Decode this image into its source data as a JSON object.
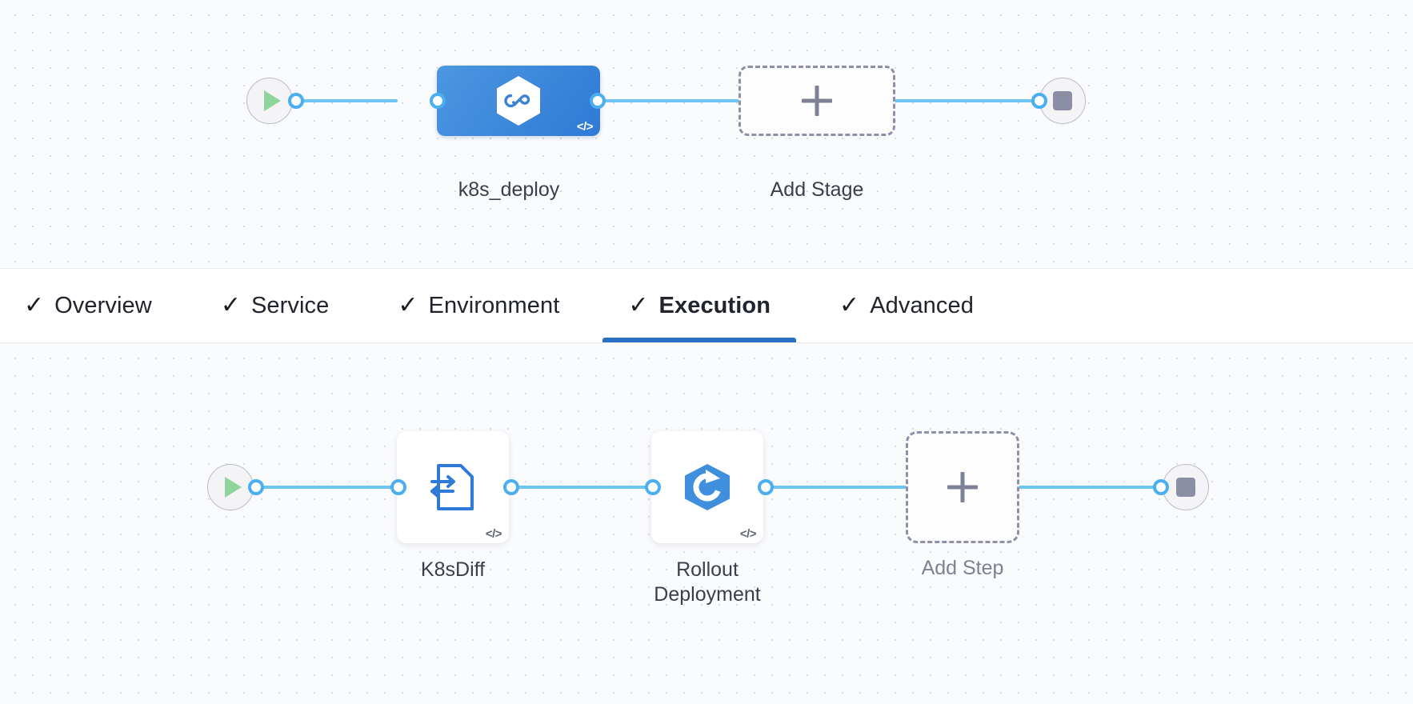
{
  "stage_graph": {
    "start_node": {
      "icon": "play-icon"
    },
    "end_node": {
      "icon": "stop-icon"
    },
    "stage": {
      "label": "k8s_deploy",
      "icon": "harness-hexagon-infinity-icon",
      "code_badge": "</>"
    },
    "add_stage": {
      "label": "Add Stage",
      "icon": "plus-icon"
    }
  },
  "tabs": [
    {
      "label": "Overview",
      "check": "✓",
      "active": false
    },
    {
      "label": "Service",
      "check": "✓",
      "active": false
    },
    {
      "label": "Environment",
      "check": "✓",
      "active": false
    },
    {
      "label": "Execution",
      "check": "✓",
      "active": true
    },
    {
      "label": "Advanced",
      "check": "✓",
      "active": false
    }
  ],
  "step_graph": {
    "start_node": {
      "icon": "play-icon"
    },
    "end_node": {
      "icon": "stop-icon"
    },
    "steps": [
      {
        "label": "K8sDiff",
        "icon": "k8s-diff-document-icon",
        "code_badge": "</>"
      },
      {
        "label": "Rollout\nDeployment",
        "icon": "rollout-deployment-hexagon-icon",
        "code_badge": "</>"
      }
    ],
    "add_step": {
      "label": "Add Step",
      "icon": "plus-icon"
    }
  },
  "colors": {
    "edge": "#6ec4f4",
    "port_border": "#4aaef0",
    "stage_fill_start": "#4b97e0",
    "stage_fill_end": "#2f7ad6",
    "active_tab_underline": "#2b6fc4",
    "canvas_bg": "#fafbfd",
    "play_green": "#8fd49a",
    "stop_gray": "#8c8fa3",
    "dashed_border": "#8d90a6"
  }
}
